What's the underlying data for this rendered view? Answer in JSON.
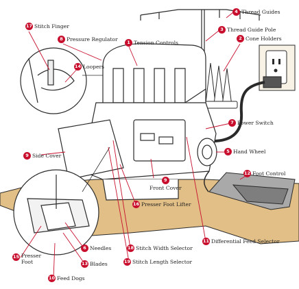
{
  "colors": {
    "accent": "#c8102e",
    "line": "#2a2a2a",
    "table": "#e2bf86",
    "pedal": "#a9a9a9"
  },
  "callouts": [
    {
      "num": "1",
      "label": "Tension Controls"
    },
    {
      "num": "2",
      "label": "Cone Holders"
    },
    {
      "num": "3",
      "label": "Thread Guide Pole"
    },
    {
      "num": "4",
      "label": "Thread Guides"
    },
    {
      "num": "5",
      "label": "Hand Wheel"
    },
    {
      "num": "6",
      "label": "Needles"
    },
    {
      "num": "7",
      "label": "Power Switch"
    },
    {
      "num": "8",
      "label": "Pressure Regulator"
    },
    {
      "num": "9",
      "label": "Side Cover"
    },
    {
      "num": "9",
      "label": "Front Cover"
    },
    {
      "num": "10",
      "label": "Feed Dogs"
    },
    {
      "num": "11",
      "label": "Differential Feed Selector"
    },
    {
      "num": "12",
      "label": "Foot Control"
    },
    {
      "num": "13",
      "label": "Blades"
    },
    {
      "num": "14",
      "label": "Loopers"
    },
    {
      "num": "15",
      "label": "Presser Foot",
      "label_line2": "Foot"
    },
    {
      "num": "16",
      "label": "Presser Foot Lifter"
    },
    {
      "num": "17",
      "label": "Stitch Finger"
    },
    {
      "num": "18",
      "label": "Stitch Width Selector"
    },
    {
      "num": "19",
      "label": "Stitch Length Selector"
    }
  ]
}
